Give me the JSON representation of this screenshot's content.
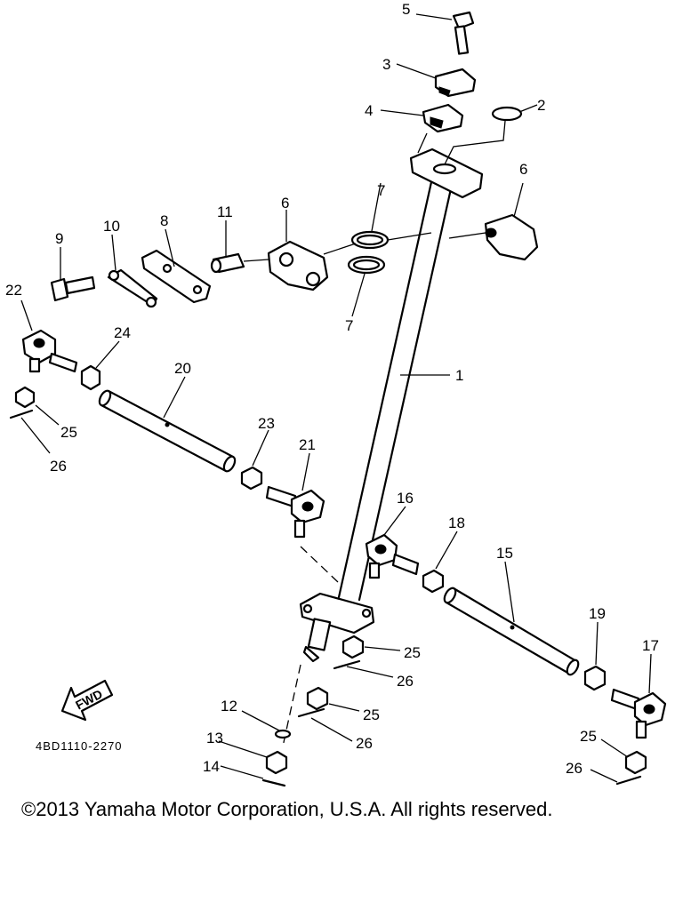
{
  "diagram": {
    "callouts": [
      "1",
      "2",
      "3",
      "4",
      "5",
      "6",
      "6",
      "7",
      "7",
      "8",
      "9",
      "10",
      "11",
      "12",
      "13",
      "14",
      "15",
      "16",
      "17",
      "18",
      "19",
      "20",
      "21",
      "22",
      "23",
      "24",
      "25",
      "25",
      "25",
      "25",
      "26",
      "26",
      "26",
      "26"
    ],
    "reference_code": "4BD1110-2270",
    "direction_label": "FWD",
    "copyright": "©2013 Yamaha Motor Corporation, U.S.A. All rights reserved."
  }
}
